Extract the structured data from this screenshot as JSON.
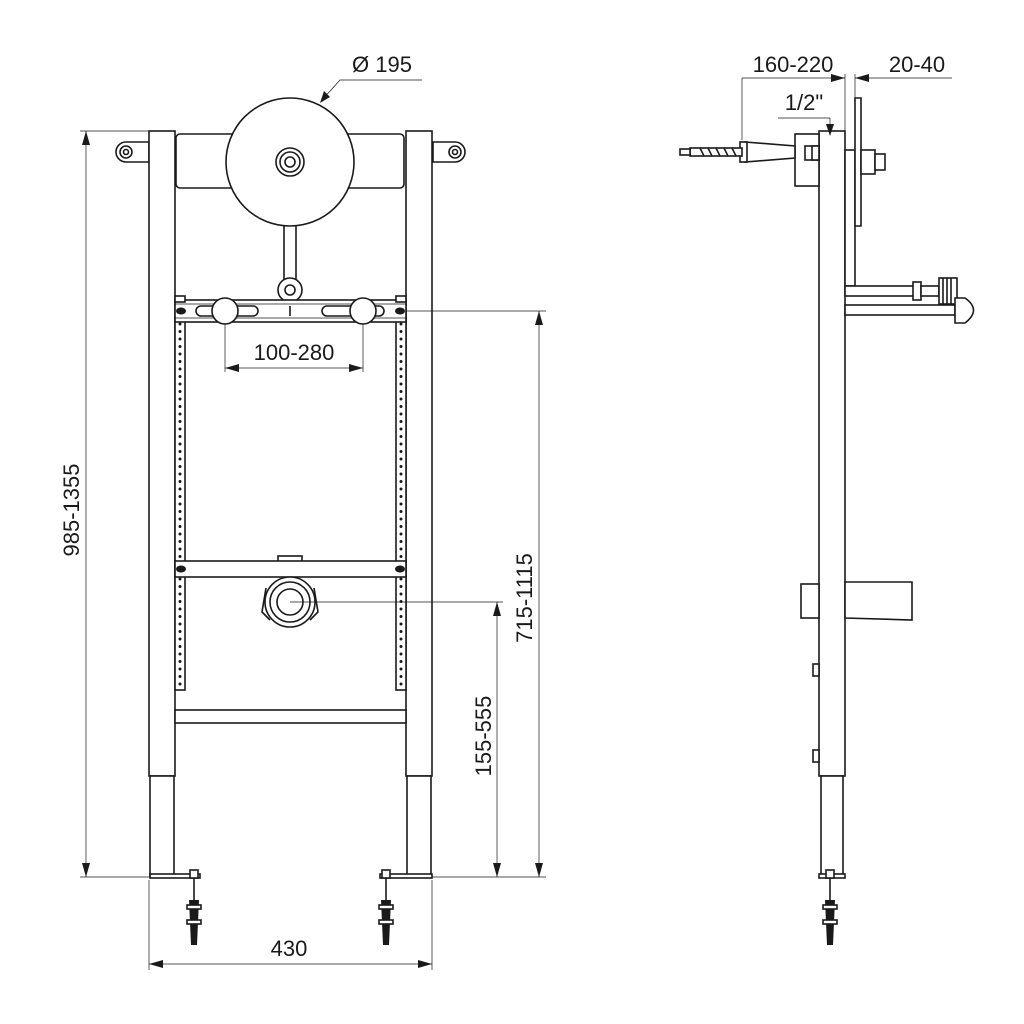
{
  "dimensions": {
    "diameter_label": "Ø 195",
    "total_height": "985-1355",
    "connection_height": "715-1115",
    "outlet_height": "155-555",
    "valve_spacing": "100-280",
    "frame_width": "430",
    "depth_range": "160-220",
    "wall_offset": "20-40",
    "pipe_thread": "1/2\""
  },
  "colors": {
    "line": "#1a1a1a",
    "background": "#ffffff"
  }
}
